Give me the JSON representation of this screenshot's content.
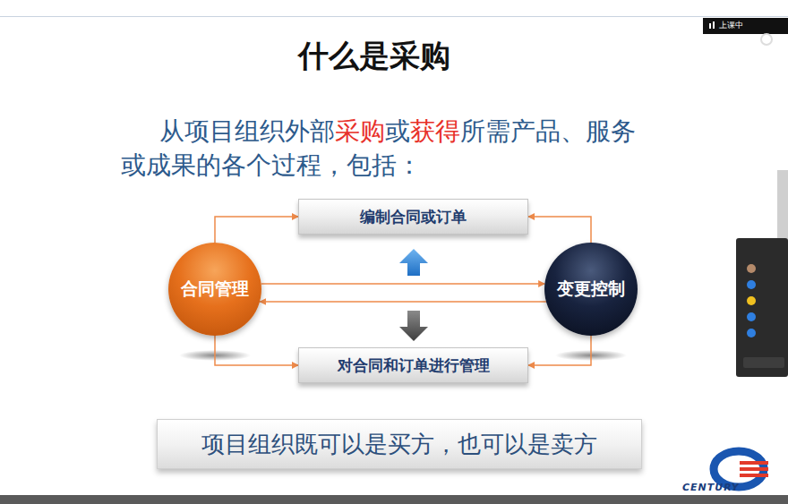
{
  "diagram": {
    "title": "什么是采购",
    "nodes": [
      {
        "text": [
          "编制合同或订单"
        ]
      },
      {
        "text": [
          "合同管理"
        ]
      },
      {
        "text": [
          "变更控制"
        ]
      },
      {
        "text": [
          "对合同和订单进行管理"
        ]
      },
      {
        "text": [
          "项目组织既可以是买方，也可以是卖方"
        ]
      }
    ],
    "edges": [
      {
        "from": 1,
        "to": 0,
        "arrow": "to"
      },
      {
        "from": 2,
        "to": 0,
        "arrow": "to"
      },
      {
        "from": 1,
        "to": 2,
        "arrow": "to"
      },
      {
        "from": 2,
        "to": 1,
        "arrow": "to"
      },
      {
        "from": 1,
        "to": 3,
        "arrow": "to"
      },
      {
        "from": 2,
        "to": 3,
        "arrow": "to"
      }
    ],
    "labels": [
      "从项目组织外部",
      "采购",
      "或",
      "获得",
      "所需产品、服务或成果的各个过程，包括：",
      "上课中",
      "CENTURY"
    ]
  }
}
